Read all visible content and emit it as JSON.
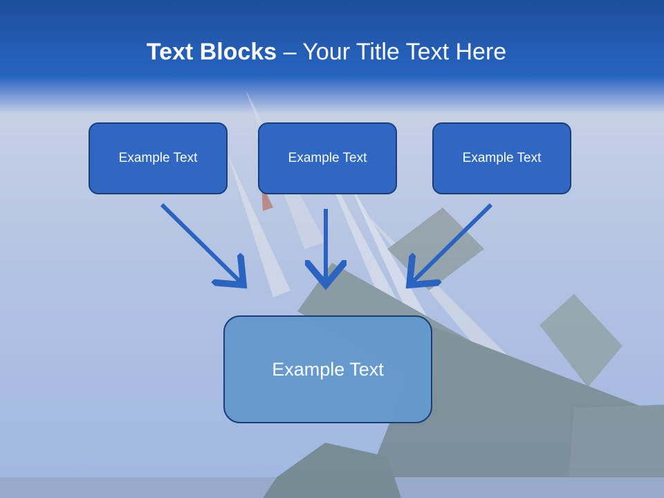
{
  "slide": {
    "title_bold": "Text Blocks",
    "title_dash": " – ",
    "title_rest": "Your Title Text Here",
    "blocks": [
      {
        "label": "Example Text"
      },
      {
        "label": "Example Text"
      },
      {
        "label": "Example Text"
      }
    ],
    "target": {
      "label": "Example Text"
    }
  },
  "colors": {
    "block_fill": "#2f67c2",
    "block_border": "#1a3f78",
    "target_fill": "#6498cc",
    "arrow": "#2a63c0",
    "title_bar": "#2764c2"
  }
}
